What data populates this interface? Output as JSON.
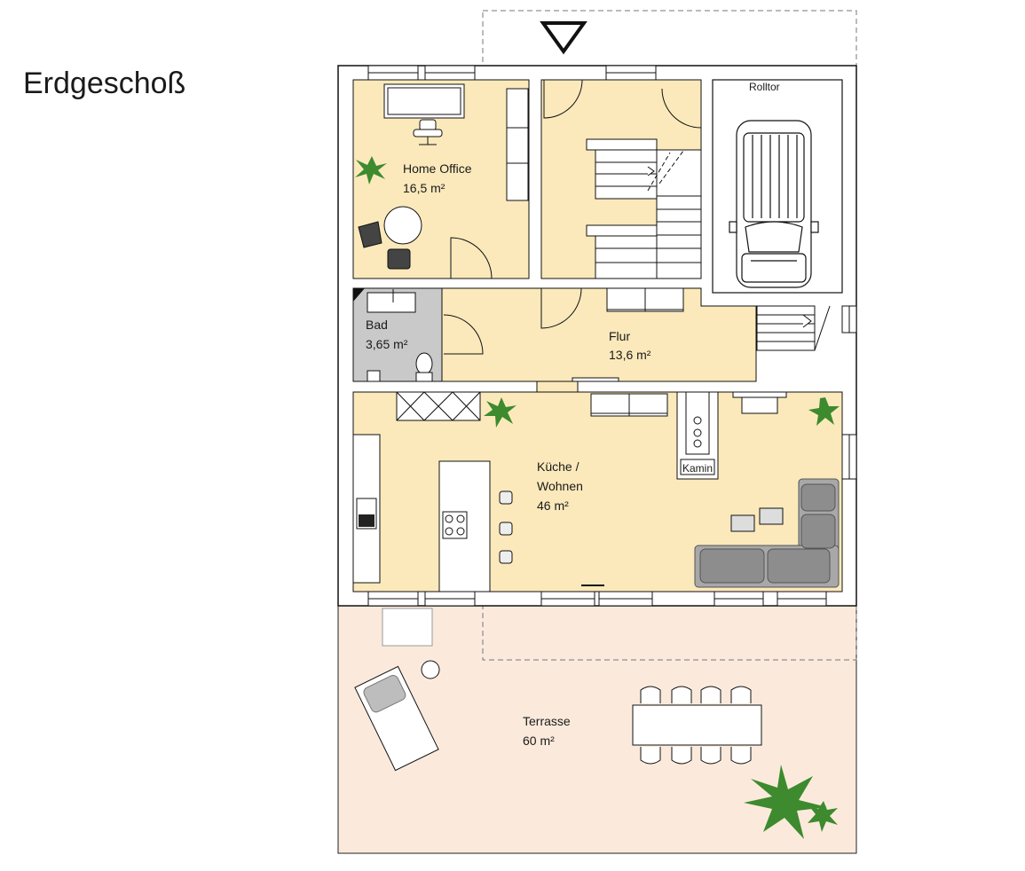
{
  "floor_title": "Erdgeschoß",
  "rooms": {
    "home_office": {
      "name": "Home Office",
      "area": "16,5 m²"
    },
    "bad": {
      "name": "Bad",
      "area": "3,65 m²"
    },
    "flur": {
      "name": "Flur",
      "area": "13,6 m²"
    },
    "kueche": {
      "name_line1": "Küche /",
      "name_line2": "Wohnen",
      "area": "46 m²"
    },
    "terrasse": {
      "name": "Terrasse",
      "area": "60 m²"
    }
  },
  "garage": {
    "label": "Rolltor"
  },
  "fireplace": {
    "label": "Kamin"
  },
  "colors": {
    "room_fill": "#fbe9bb",
    "bath_fill": "#c9c9c9",
    "terrace_fill": "#fbeadc",
    "wall": "#ffffff",
    "outline": "#111111",
    "plant": "#3d8a2f",
    "sofa": "#9a9a9a"
  }
}
